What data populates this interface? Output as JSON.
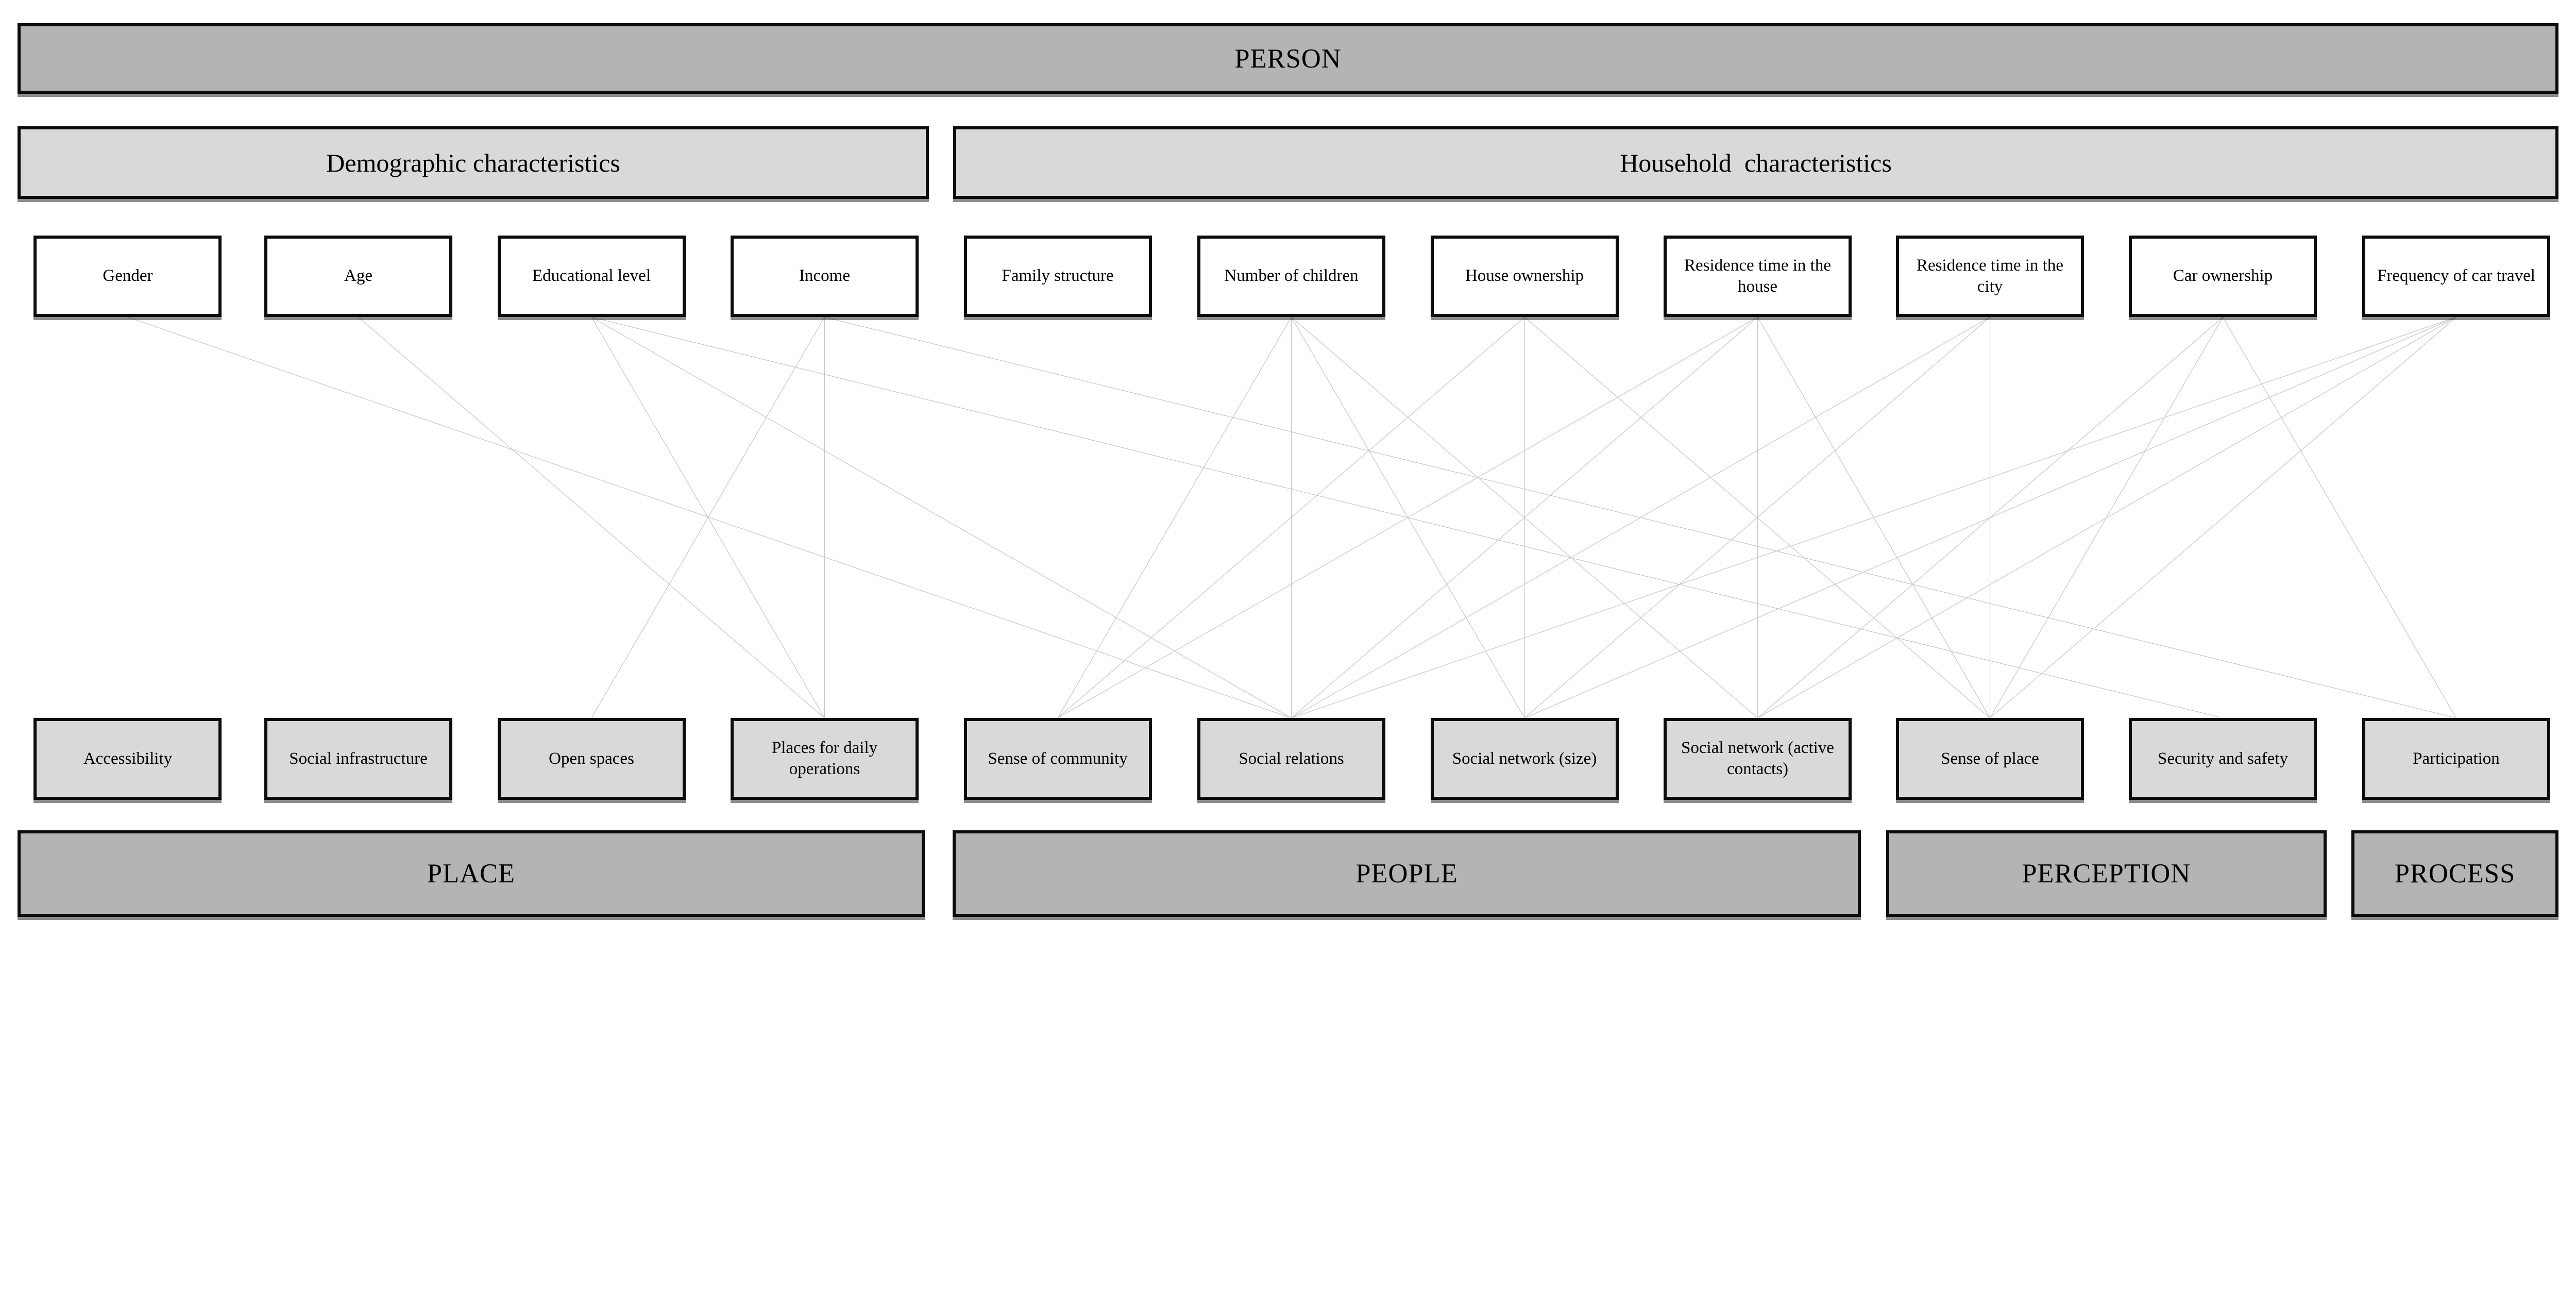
{
  "diagram": {
    "person_bar": {
      "label": "PERSON"
    },
    "group_bars": [
      {
        "id": "demographic",
        "label": "Demographic characteristics"
      },
      {
        "id": "household",
        "label": "Household  characteristics"
      }
    ],
    "top_boxes": [
      "Gender",
      "Age",
      "Educational level",
      "Income",
      "Family structure",
      "Number of children",
      "House ownership",
      "Residence time in the house",
      "Residence time in the city",
      "Car ownership",
      "Frequency of car travel"
    ],
    "bottom_boxes": [
      "Accessibility",
      "Social infrastructure",
      "Open spaces",
      "Places for daily operations",
      "Sense of community",
      "Social relations",
      "Social network (size)",
      "Social network (active contacts)",
      "Sense of place",
      "Security and safety",
      "Participation"
    ],
    "category_bars": [
      {
        "id": "place",
        "label": "PLACE"
      },
      {
        "id": "people",
        "label": "PEOPLE"
      },
      {
        "id": "perception",
        "label": "PERCEPTION"
      },
      {
        "id": "process",
        "label": "PROCESS"
      }
    ],
    "connections": [
      {
        "from": "Gender",
        "to": "Social relations"
      },
      {
        "from": "Age",
        "to": "Places for daily operations"
      },
      {
        "from": "Educational level",
        "to": "Places for daily operations"
      },
      {
        "from": "Educational level",
        "to": "Social relations"
      },
      {
        "from": "Educational level",
        "to": "Security and safety"
      },
      {
        "from": "Income",
        "to": "Open spaces"
      },
      {
        "from": "Income",
        "to": "Places for daily operations"
      },
      {
        "from": "Income",
        "to": "Participation"
      },
      {
        "from": "Number of children",
        "to": "Sense of community"
      },
      {
        "from": "Number of children",
        "to": "Social relations"
      },
      {
        "from": "Number of children",
        "to": "Social network (size)"
      },
      {
        "from": "Number of children",
        "to": "Social network (active contacts)"
      },
      {
        "from": "House ownership",
        "to": "Sense of community"
      },
      {
        "from": "House ownership",
        "to": "Social network (size)"
      },
      {
        "from": "House ownership",
        "to": "Sense of place"
      },
      {
        "from": "Residence time in the house",
        "to": "Sense of community"
      },
      {
        "from": "Residence time in the house",
        "to": "Social relations"
      },
      {
        "from": "Residence time in the house",
        "to": "Social network (active contacts)"
      },
      {
        "from": "Residence time in the house",
        "to": "Sense of place"
      },
      {
        "from": "Residence time in the city",
        "to": "Social relations"
      },
      {
        "from": "Residence time in the city",
        "to": "Social network (size)"
      },
      {
        "from": "Residence time in the city",
        "to": "Sense of place"
      },
      {
        "from": "Car ownership",
        "to": "Social network (active contacts)"
      },
      {
        "from": "Car ownership",
        "to": "Sense of place"
      },
      {
        "from": "Car ownership",
        "to": "Participation"
      },
      {
        "from": "Frequency of car travel",
        "to": "Social relations"
      },
      {
        "from": "Frequency of car travel",
        "to": "Social network (size)"
      },
      {
        "from": "Frequency of car travel",
        "to": "Social network (active contacts)"
      },
      {
        "from": "Frequency of car travel",
        "to": "Sense of place"
      }
    ],
    "colors": {
      "header_fill": "#b4b4b4",
      "subheader_fill": "#d9d9d9",
      "factor_fill": "#ffffff",
      "outcome_fill": "#d9d9d9",
      "border": "#0c0c0c",
      "line": "#c4c4c4",
      "background": "#ffffff"
    }
  }
}
